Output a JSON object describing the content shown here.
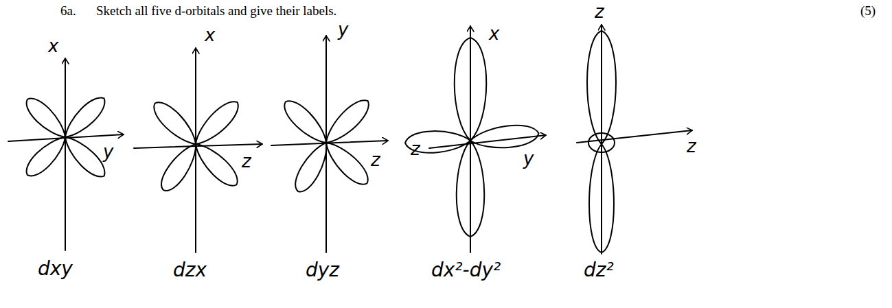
{
  "diagram": {
    "title": "Sketch all five d-orbitals and give their labels.",
    "labels": [
      "6a.",
      "(5)",
      "x",
      "y",
      "dxy",
      "x",
      "z",
      "dzx",
      "y",
      "z",
      "dyz",
      "x",
      "z",
      "y",
      "dx²-dy²",
      "z",
      "z",
      "dz²"
    ]
  }
}
